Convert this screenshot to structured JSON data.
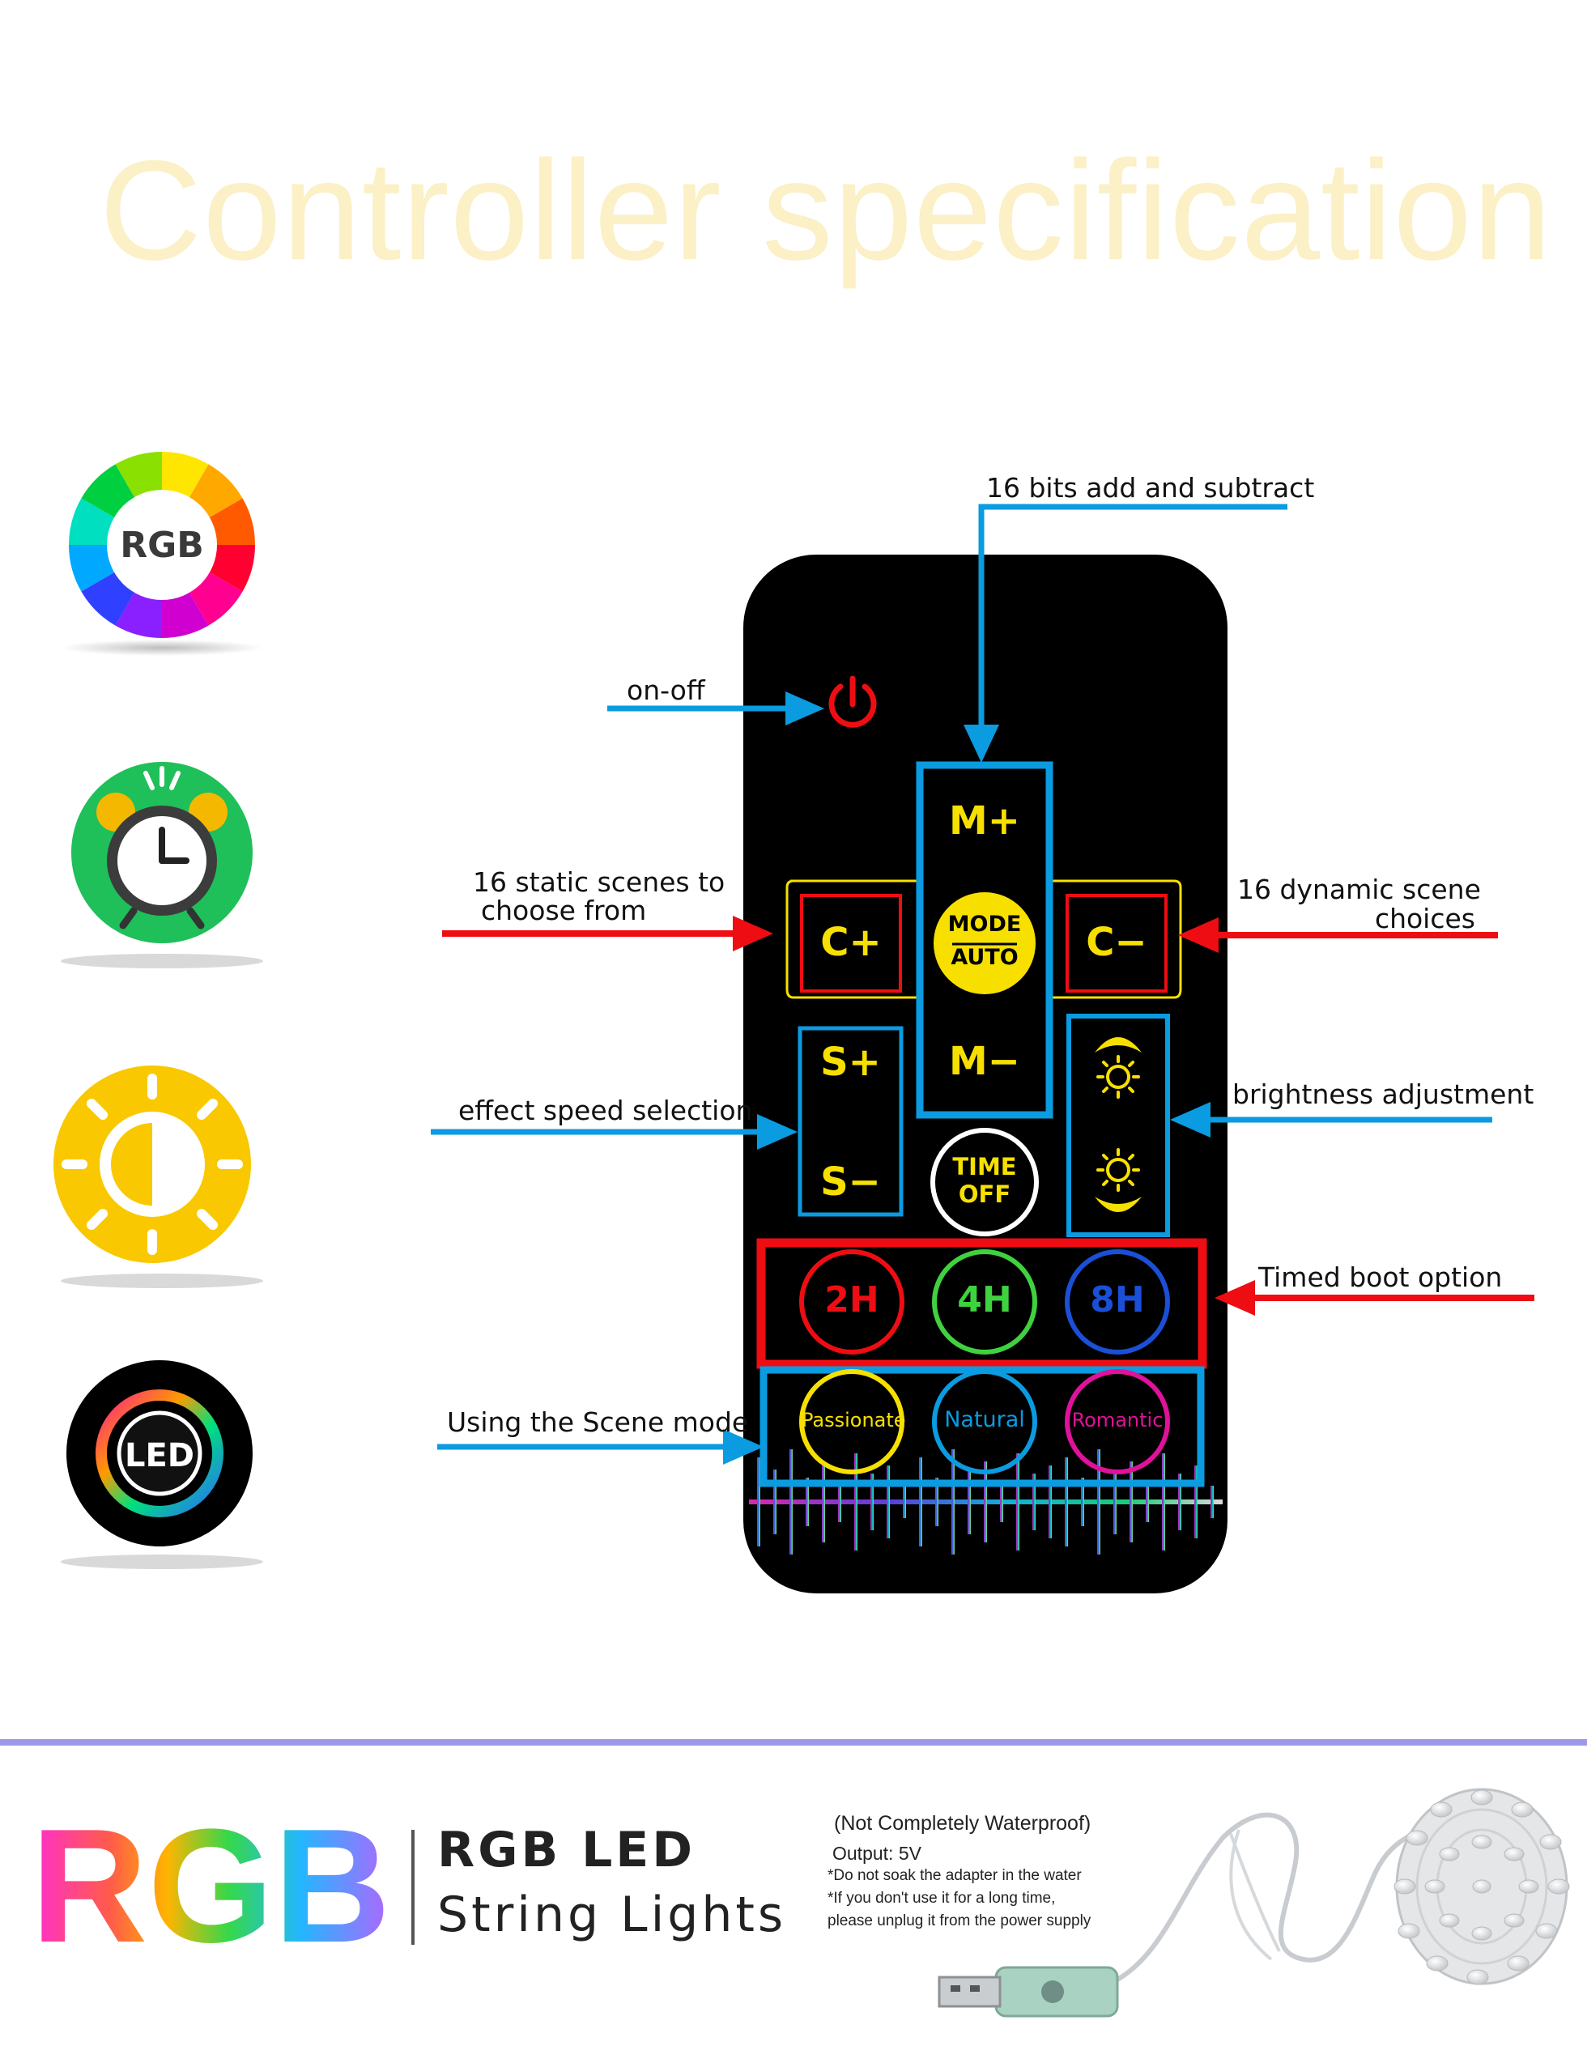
{
  "title": "Controller specification",
  "icons": {
    "rgb_label": "RGB",
    "led_label": "LED"
  },
  "callouts": {
    "bits": "16 bits add and subtract",
    "onoff": "on-off",
    "static_line1": "16 static scenes to",
    "static_line2": "choose from",
    "dynamic_line1": "16 dynamic scene",
    "dynamic_line2": "choices",
    "speed": "effect speed selection",
    "brightness": "brightness adjustment",
    "timed": "Timed boot option",
    "scene": "Using the Scene mode"
  },
  "remote": {
    "m_plus": "M+",
    "m_minus": "M−",
    "c_plus": "C+",
    "c_minus": "C−",
    "mode": "MODE",
    "auto": "AUTO",
    "s_plus": "S+",
    "s_minus": "S−",
    "time": "TIME",
    "off": "OFF",
    "h2": "2H",
    "h4": "4H",
    "h8": "8H",
    "passionate": "Passionate",
    "natural": "Natural",
    "romantic": "Romantic"
  },
  "product": {
    "big": "RGB",
    "line1": "RGB LED",
    "line2": "String Lights"
  },
  "notes": {
    "waterproof": "(Not Completely Waterproof)",
    "output": "Output:  5V",
    "soak": "*Do not soak the adapter in the water",
    "longtime": "*If you don't use it for a long time,",
    "unplug": "please unplug it from the power supply"
  },
  "colors": {
    "blue": "#0a9be0",
    "red": "#ee0d12",
    "yellow": "#f7e000",
    "title": "#fbf0c6"
  }
}
